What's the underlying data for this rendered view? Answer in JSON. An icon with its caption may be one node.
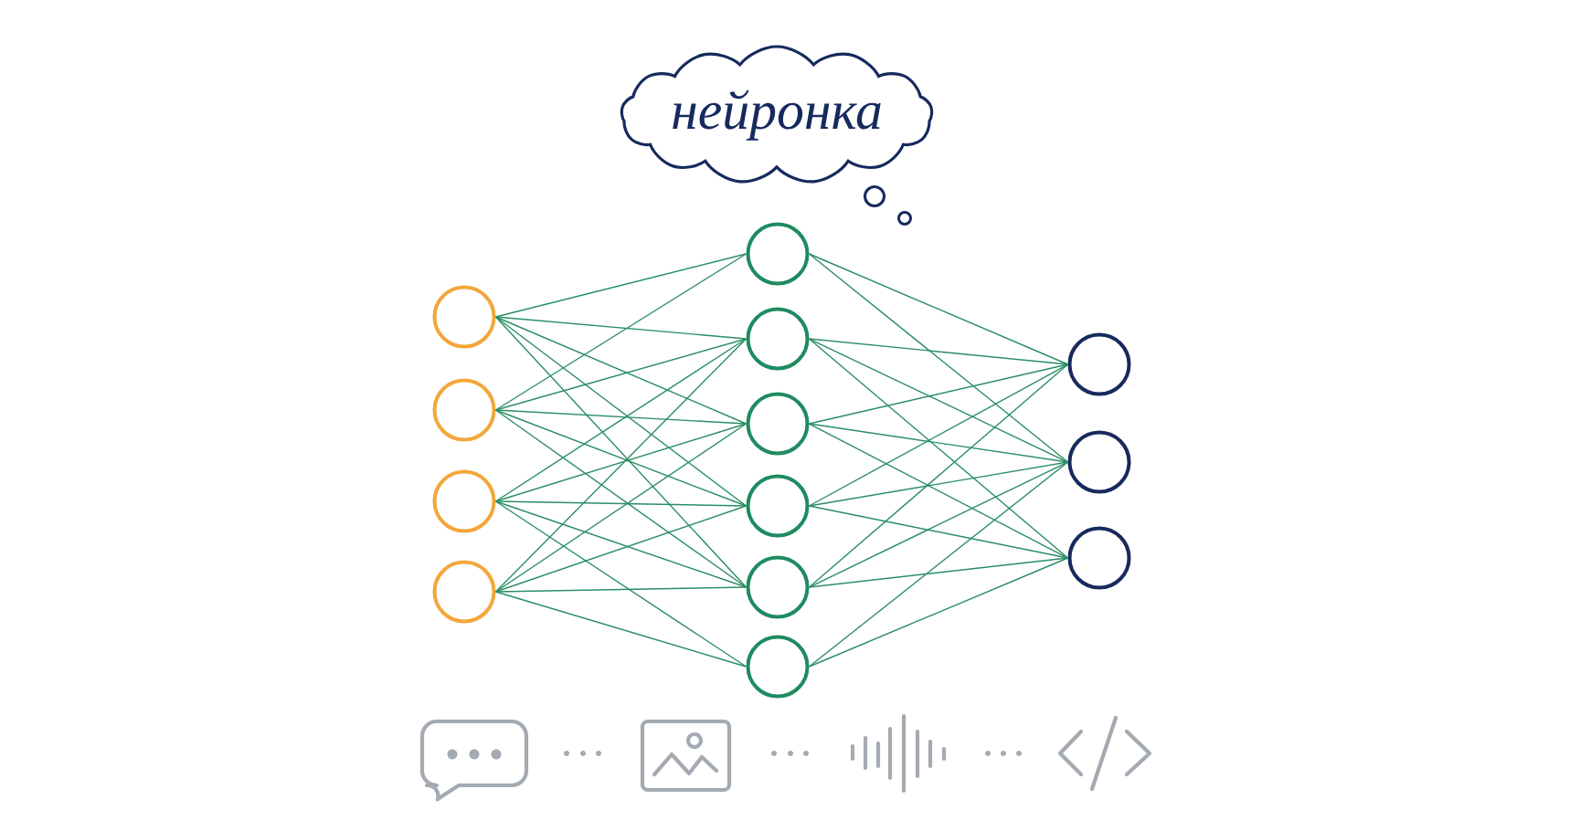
{
  "diagram": {
    "nodes": [
      {
        "text": [
          "нейронка"
        ]
      },
      {
        "text": [],
        "shape": "circle"
      },
      {
        "text": [],
        "shape": "circle"
      },
      {
        "text": [],
        "shape": "circle"
      },
      {
        "text": [],
        "shape": "circle"
      },
      {
        "text": [],
        "shape": "circle"
      },
      {
        "text": [],
        "shape": "circle"
      },
      {
        "text": [],
        "shape": "circle"
      },
      {
        "text": [],
        "shape": "circle"
      },
      {
        "text": [],
        "shape": "circle"
      },
      {
        "text": [],
        "shape": "circle"
      },
      {
        "text": [],
        "shape": "circle"
      },
      {
        "text": [],
        "shape": "circle"
      },
      {
        "text": [],
        "shape": "circle"
      }
    ],
    "edges": [
      {
        "from": 1,
        "to": 5,
        "arrow": "none"
      },
      {
        "from": 1,
        "to": 6,
        "arrow": "none"
      },
      {
        "from": 1,
        "to": 7,
        "arrow": "none"
      },
      {
        "from": 1,
        "to": 8,
        "arrow": "none"
      },
      {
        "from": 1,
        "to": 9,
        "arrow": "none"
      },
      {
        "from": 2,
        "to": 5,
        "arrow": "none"
      },
      {
        "from": 2,
        "to": 6,
        "arrow": "none"
      },
      {
        "from": 2,
        "to": 7,
        "arrow": "none"
      },
      {
        "from": 2,
        "to": 8,
        "arrow": "none"
      },
      {
        "from": 2,
        "to": 9,
        "arrow": "none"
      },
      {
        "from": 3,
        "to": 6,
        "arrow": "none"
      },
      {
        "from": 3,
        "to": 7,
        "arrow": "none"
      },
      {
        "from": 3,
        "to": 8,
        "arrow": "none"
      },
      {
        "from": 3,
        "to": 9,
        "arrow": "none"
      },
      {
        "from": 3,
        "to": 10,
        "arrow": "none"
      },
      {
        "from": 4,
        "to": 6,
        "arrow": "none"
      },
      {
        "from": 4,
        "to": 7,
        "arrow": "none"
      },
      {
        "from": 4,
        "to": 8,
        "arrow": "none"
      },
      {
        "from": 4,
        "to": 9,
        "arrow": "none"
      },
      {
        "from": 4,
        "to": 10,
        "arrow": "none"
      },
      {
        "from": 5,
        "to": 11,
        "arrow": "none"
      },
      {
        "from": 5,
        "to": 12,
        "arrow": "none"
      },
      {
        "from": 6,
        "to": 11,
        "arrow": "none"
      },
      {
        "from": 6,
        "to": 12,
        "arrow": "none"
      },
      {
        "from": 6,
        "to": 13,
        "arrow": "none"
      },
      {
        "from": 7,
        "to": 11,
        "arrow": "none"
      },
      {
        "from": 7,
        "to": 12,
        "arrow": "none"
      },
      {
        "from": 7,
        "to": 13,
        "arrow": "none"
      },
      {
        "from": 8,
        "to": 11,
        "arrow": "none"
      },
      {
        "from": 8,
        "to": 12,
        "arrow": "none"
      },
      {
        "from": 8,
        "to": 13,
        "arrow": "none"
      },
      {
        "from": 9,
        "to": 11,
        "arrow": "none"
      },
      {
        "from": 9,
        "to": 12,
        "arrow": "none"
      },
      {
        "from": 9,
        "to": 13,
        "arrow": "none"
      },
      {
        "from": 10,
        "to": 12,
        "arrow": "none"
      },
      {
        "from": 10,
        "to": 13,
        "arrow": "none"
      }
    ]
  }
}
